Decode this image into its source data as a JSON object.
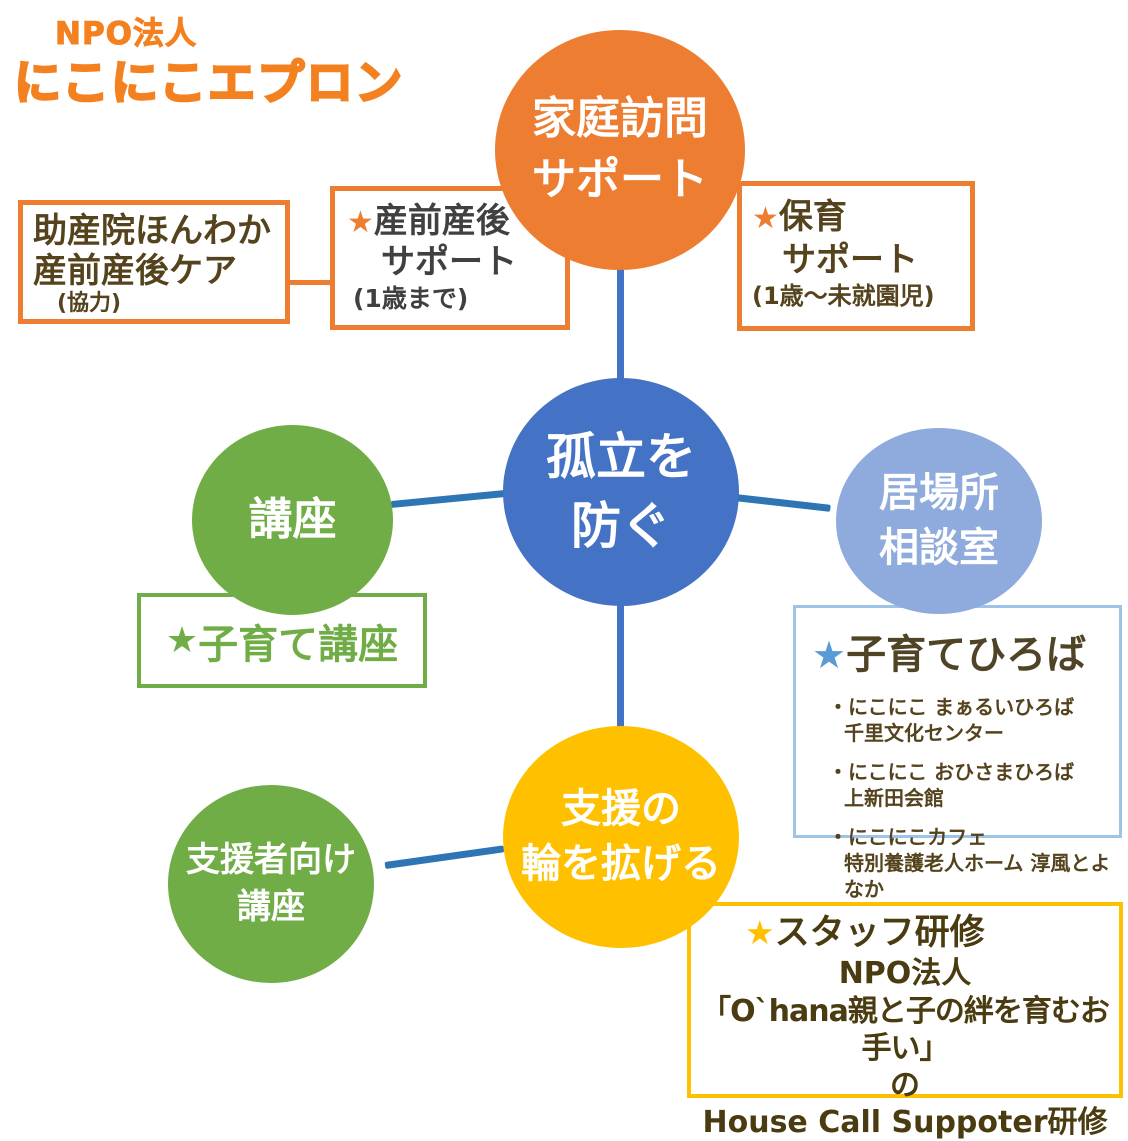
{
  "logo": {
    "org_type": "NPO法人",
    "name": "にこにこエプロン"
  },
  "circles": {
    "home_visit": {
      "line1": "家庭訪問",
      "line2": "サポート"
    },
    "prevent_isolation": {
      "line1": "孤立を",
      "line2": "防ぐ"
    },
    "lectures": {
      "line1": "講座"
    },
    "place_consult": {
      "line1": "居場所",
      "line2": "相談室"
    },
    "expand_support": {
      "line1": "支援の",
      "line2": "輪を拡げる"
    },
    "supporter_lectures": {
      "line1": "支援者向け",
      "line2": "講座"
    }
  },
  "boxes": {
    "midwife": {
      "line1": "助産院ほんわか",
      "line2": "産前産後ケア",
      "note": "(協力)"
    },
    "prenatal": {
      "star": "★",
      "title": "産前産後",
      "line2": "サポート",
      "note": "(1歳まで)"
    },
    "childcare": {
      "star": "★",
      "title": "保育",
      "line2": "サポート",
      "note": "(1歳～未就園児)"
    },
    "parenting_class": {
      "star": "★",
      "title": "子育て講座"
    },
    "hiroba": {
      "star": "★",
      "title": "子育てひろば",
      "items": [
        {
          "name": "・にこにこ まぁるいひろば",
          "place": "千里文化センター"
        },
        {
          "name": "・にこにこ おひさまひろば",
          "place": "上新田会館"
        },
        {
          "name": "・にこにこカフェ",
          "place": "特別養護老人ホーム 淳風とよなか"
        }
      ]
    },
    "staff_training": {
      "star": "★",
      "title": "スタッフ研修",
      "line1": "NPO法人",
      "line2": "「O`hana親と子の絆を育むお手い」",
      "line3": "の",
      "line4": "House Call Suppoter研修"
    }
  },
  "colors": {
    "orange": "#ED7D31",
    "logo_orange": "#F4811F",
    "blue": "#4472C4",
    "light_blue": "#8FAADC",
    "light_blue_border": "#9DC3E6",
    "star_blue": "#5B9BD5",
    "green": "#70AD47",
    "yellow": "#FFC000",
    "connector_blue": "#2E75B6",
    "brown_text": "#54431D",
    "gray_text": "#404040"
  }
}
